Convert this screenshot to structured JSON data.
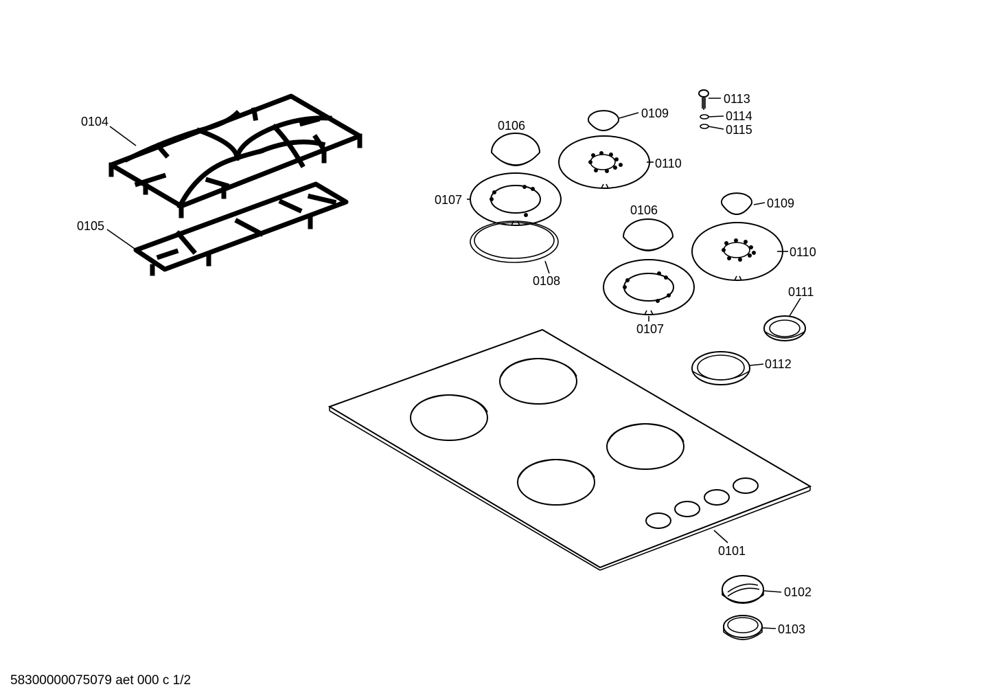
{
  "labels": {
    "l0101": "0101",
    "l0102": "0102",
    "l0103": "0103",
    "l0104": "0104",
    "l0105": "0105",
    "l0106a": "0106",
    "l0106b": "0106",
    "l0107a": "0107",
    "l0107b": "0107",
    "l0108": "0108",
    "l0109a": "0109",
    "l0109b": "0109",
    "l0110a": "0110",
    "l0110b": "0110",
    "l0111": "0111",
    "l0112": "0112",
    "l0113": "0113",
    "l0114": "0114",
    "l0115": "0115"
  },
  "footer": "58300000075079 aet 000 c 1/2"
}
